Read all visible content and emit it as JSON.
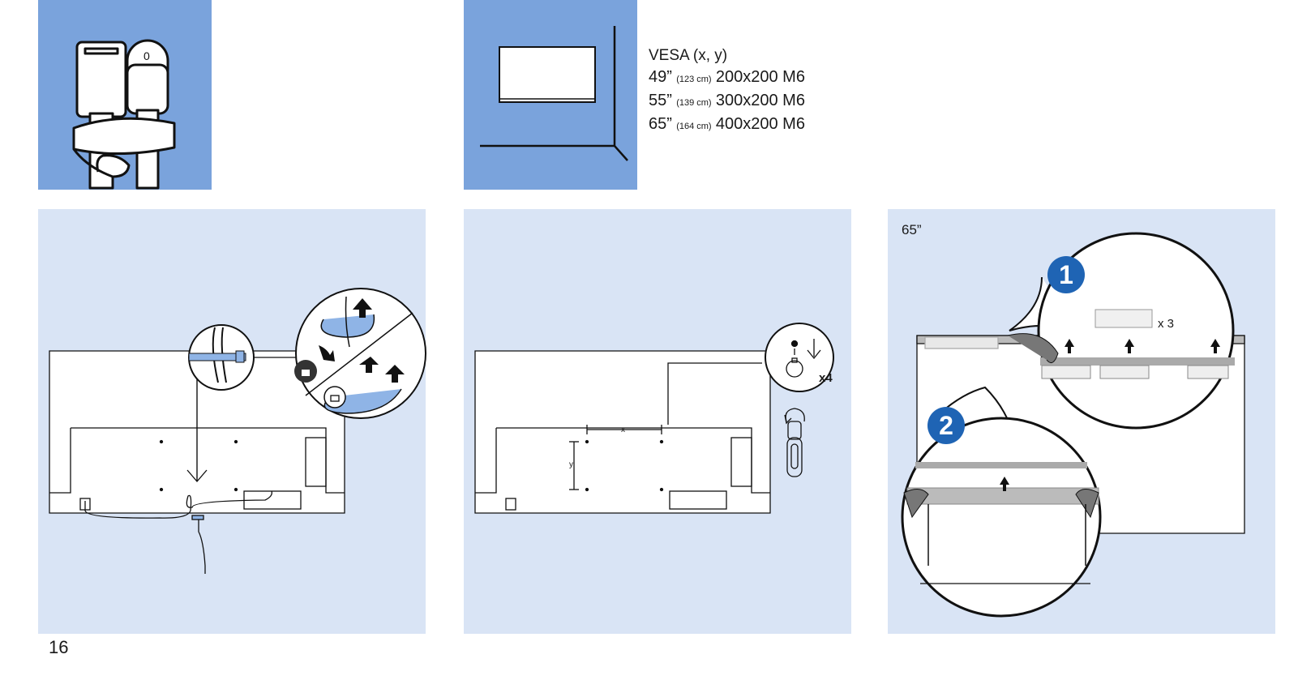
{
  "vesa": {
    "heading": "VESA (x, y)",
    "rows": [
      {
        "size": "49”",
        "cm": "(123 cm)",
        "spec": "200x200 M6"
      },
      {
        "size": "55”",
        "cm": "(139 cm)",
        "spec": "300x200 M6"
      },
      {
        "size": "65”",
        "cm": "(164 cm)",
        "spec": "400x200 M6"
      }
    ]
  },
  "step_screw": {
    "count_label": "x4",
    "dim_x": "x",
    "dim_y": "y"
  },
  "step_65": {
    "size_label": "65”",
    "badge_1": "1",
    "badge_2": "2",
    "strip_count": "x 3"
  },
  "page_number": "16",
  "colors": {
    "dark_panel": "#7aa3dc",
    "light_panel": "#d9e4f5",
    "badge": "#1f64b4",
    "cable_tie": "#8fb4e6"
  }
}
